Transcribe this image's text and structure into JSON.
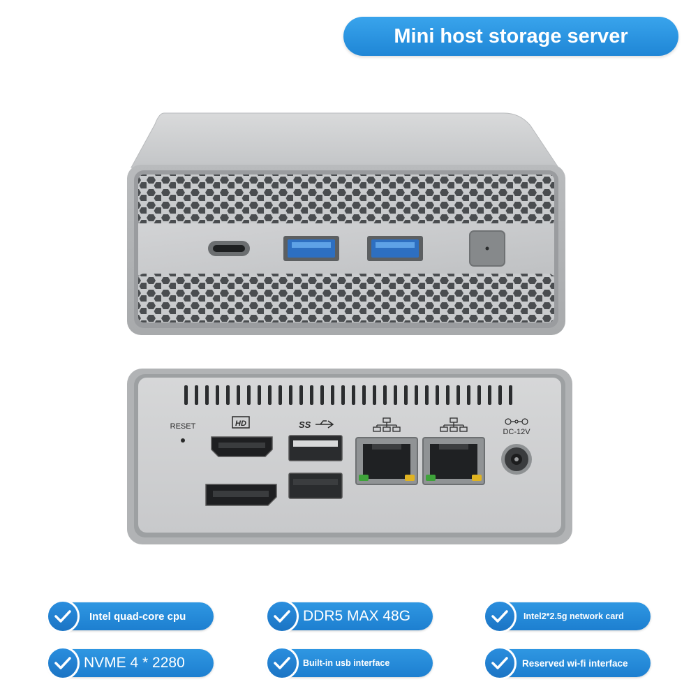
{
  "title": "Mini host storage server",
  "front_panel": {
    "icons": [
      "usb-c-port-icon",
      "usb-a-port-icon",
      "power-button-icon"
    ]
  },
  "rear_panel": {
    "reset_label": "RESET",
    "hdmi_label": "HD",
    "usb_label": "SS",
    "dc_label": "DC-12V",
    "icons": [
      "hdmi-port-icon",
      "displayport-icon",
      "usb-a-port-icon",
      "ethernet-port-icon",
      "dc-jack-icon"
    ]
  },
  "features": [
    {
      "label": "Intel quad-core cpu"
    },
    {
      "label": "DDR5 MAX 48G"
    },
    {
      "label": "Intel2*2.5g network card"
    },
    {
      "label": "NVME 4 * 2280"
    },
    {
      "label": "Built-in usb interface"
    },
    {
      "label": "Reserved wi-fi interface"
    }
  ],
  "colors": {
    "accent_blue": "#2a93e0",
    "chassis_silver": "#c9cbcd"
  }
}
